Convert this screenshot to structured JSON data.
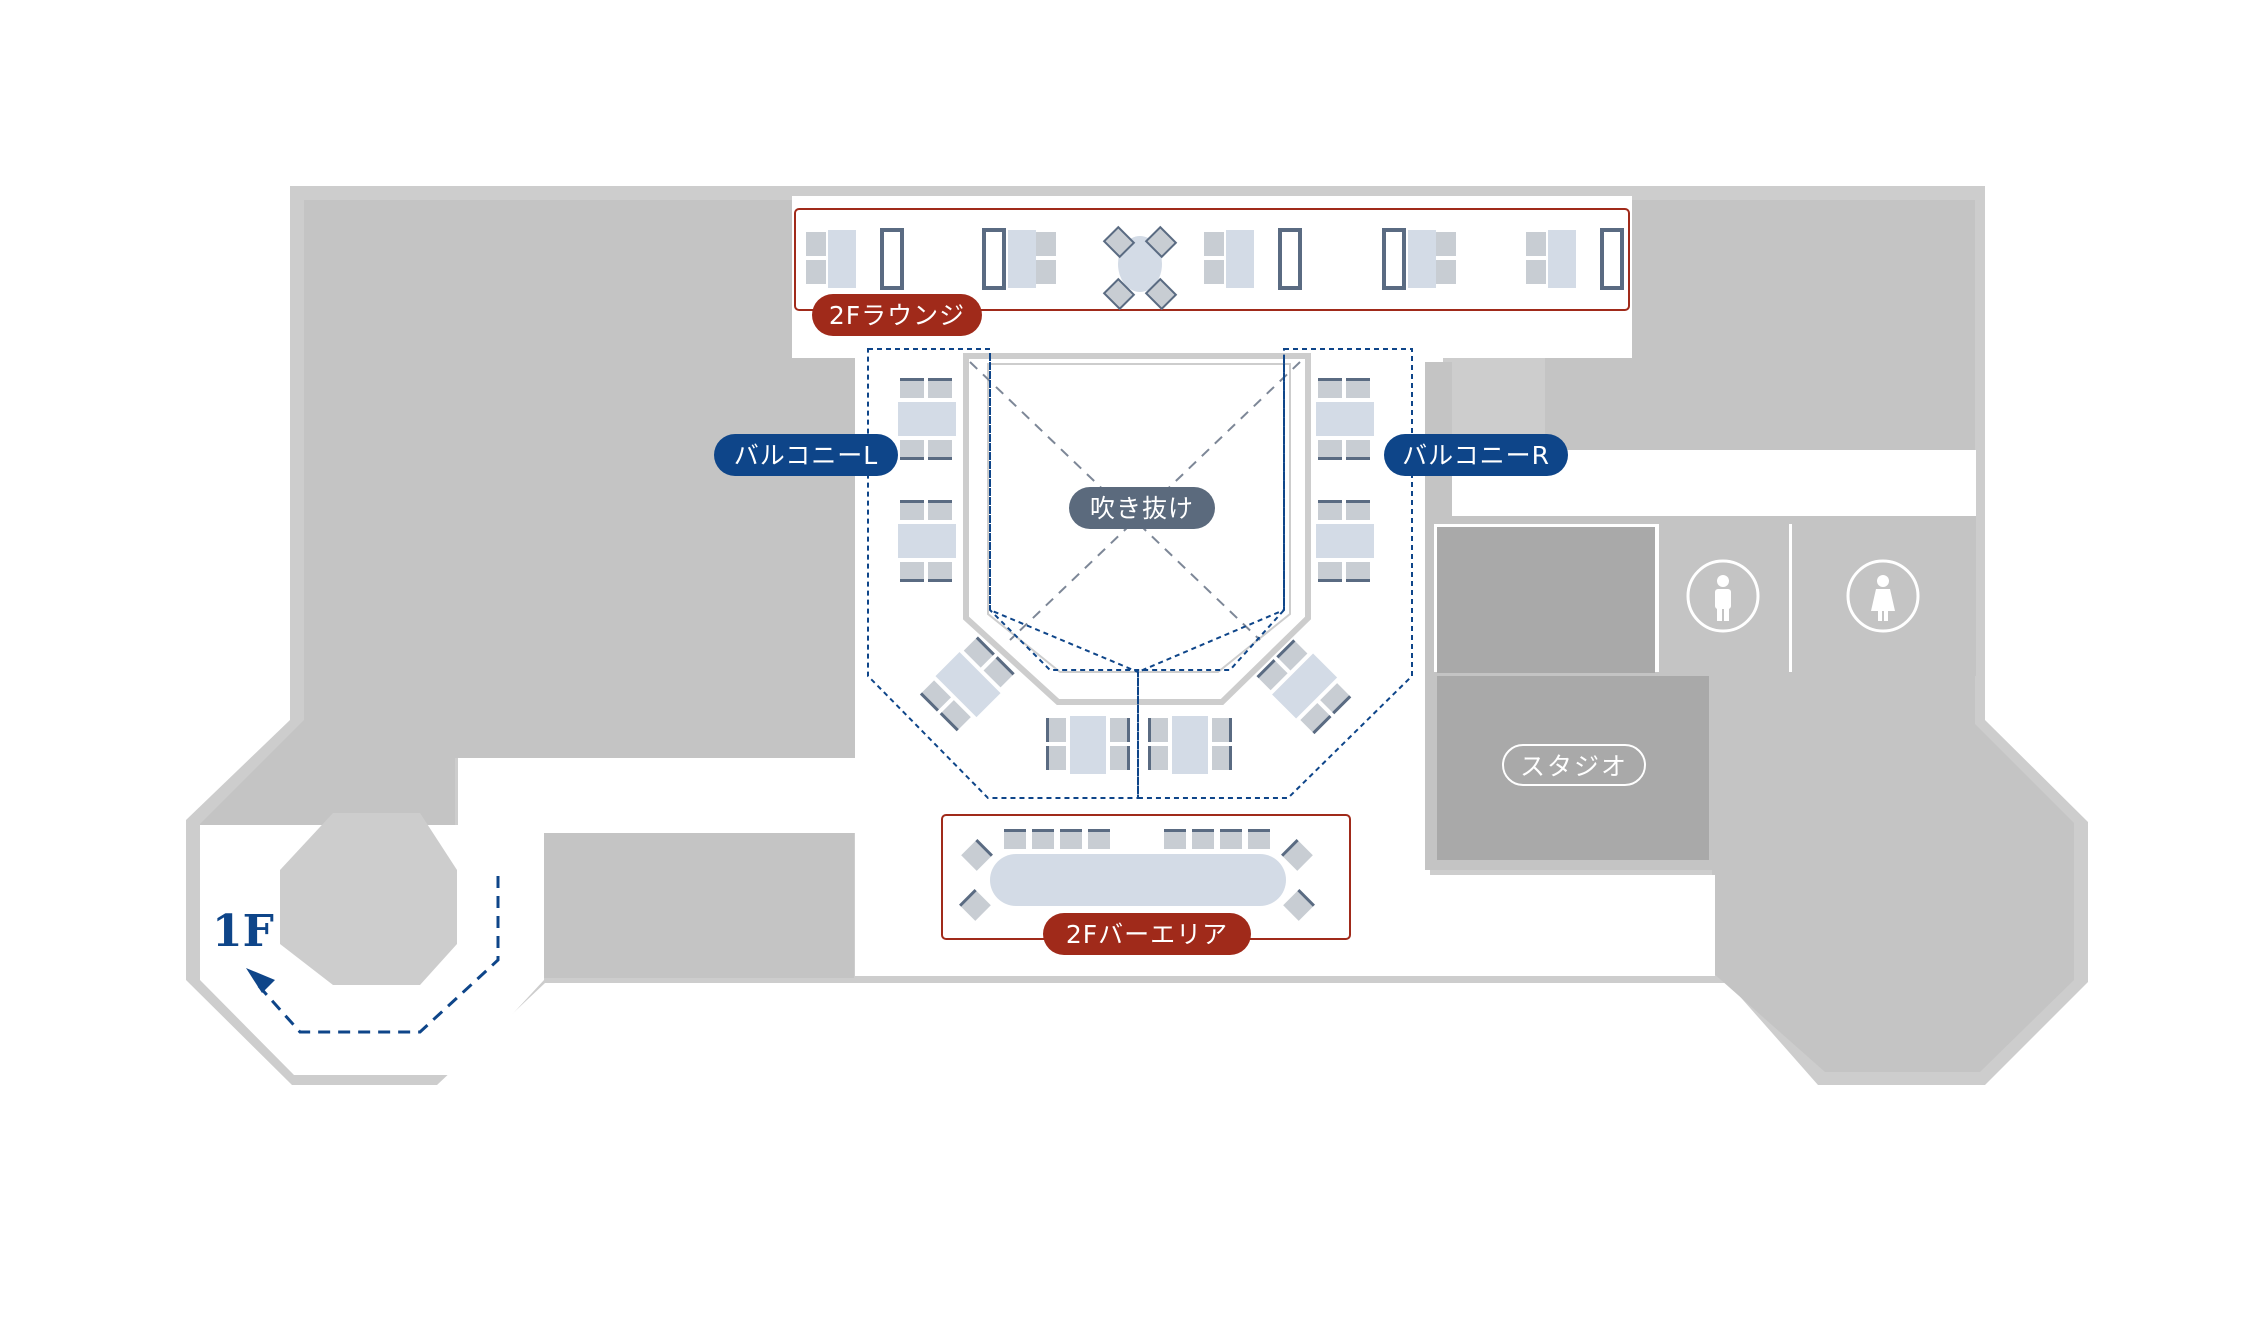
{
  "colors": {
    "wall": "#cdcdcd",
    "wall_dark": "#bdbdbd",
    "floor": "#ffffff",
    "room_dark": "#a9a9a9",
    "red": "#a02a1a",
    "blue": "#0e4589",
    "slate": "#5b6a7d",
    "table": "#d3dbe6",
    "chair": "#5a6b82",
    "chair_light": "#c8cdd3"
  },
  "labels": {
    "lounge": "2Fラウンジ",
    "balcony_left": "バルコニーL",
    "balcony_right": "バルコニーR",
    "atrium": "吹き抜け",
    "studio": "スタジオ",
    "bar_area": "2Fバーエリア",
    "floor_link": "1F"
  },
  "icons": {
    "restroom_men": "man-icon",
    "restroom_women": "woman-icon"
  }
}
